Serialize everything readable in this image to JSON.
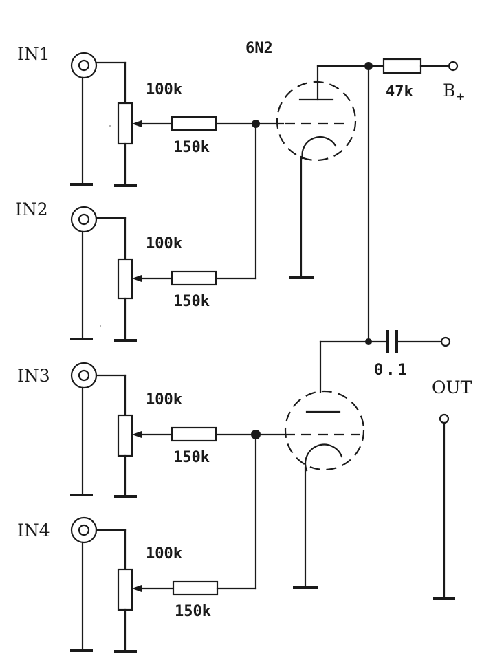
{
  "inputs": [
    {
      "label": "IN1",
      "pot": "100k",
      "resistor": "150k"
    },
    {
      "label": "IN2",
      "pot": "100k",
      "resistor": "150k"
    },
    {
      "label": "IN3",
      "pot": "100k",
      "resistor": "150k"
    },
    {
      "label": "IN4",
      "pot": "100k",
      "resistor": "150k"
    }
  ],
  "tube": "6N2",
  "load_resistor": "47k",
  "supply": "B",
  "supply_sub": "+",
  "capacitor": "0.1",
  "output": "OUT"
}
